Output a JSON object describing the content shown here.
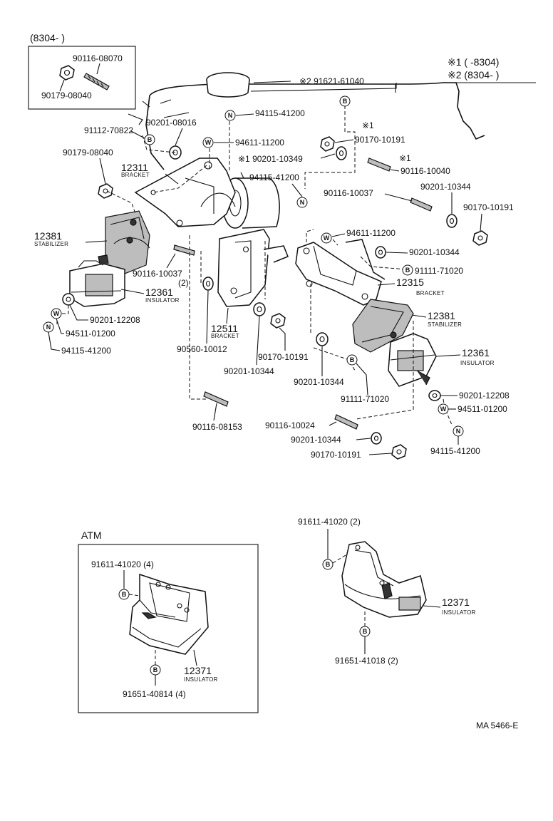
{
  "top_box": {
    "range": "(8304-     )",
    "stud": "90116-08070",
    "nut": "90179-08040"
  },
  "legend": {
    "row1": "※1 (     -8304)",
    "row2": "※2 (8304-       )"
  },
  "labels": {
    "p91621": "※2 91621-61040",
    "p94115_a": "94115-41200",
    "p90201_08016": "90201-08016",
    "p91112": "91112-70822",
    "p94611_a": "94611-11200",
    "star1_a": "※1",
    "p90170_a": "90170-10191",
    "p90179": "90179-08040",
    "p90201_10349": "※1 90201-10349",
    "star1_b": "※1",
    "p90116_10040": "90116-10040",
    "p12311": "12311",
    "p12311_cap": "BRACKET",
    "p94115_b": "94115-41200",
    "p90116_10037_a": "90116-10037",
    "p90201_10344_a": "90201-10344",
    "p90170_b": "90170-10191",
    "p12381_a": "12381",
    "p12381_a_cap": "STABILIZER",
    "p94611_b": "94611-11200",
    "p90201_10344_b": "90201-10344",
    "p91111_a": "91111-71020",
    "p90116_10037_b": "90116-10037",
    "p90116_10037_b_qty": "(2)",
    "p12315": "12315",
    "p12315_cap": "BRACKET",
    "p12361_a": "12361",
    "p12361_a_cap": "INSULATOR",
    "p12381_b": "12381",
    "p12381_b_cap": "STABILIZER",
    "p90201_12208_a": "90201-12208",
    "p94511_a": "94511-01200",
    "p94115_c": "94115-41200",
    "p12511": "12511",
    "p12511_cap": "BRACKET",
    "p90560": "90560-10012",
    "p90170_c": "90170-10191",
    "p12361_b": "12361",
    "p12361_b_cap": "INSULATOR",
    "p90201_10344_c": "90201-10344",
    "p90201_10344_d": "90201-10344",
    "p91111_b": "91111-71020",
    "p90201_12208_b": "90201-12208",
    "p94511_b": "94511-01200",
    "p90116_08153": "90116-08153",
    "p90116_10024": "90116-10024",
    "p90201_10344_e": "90201-10344",
    "p94115_d": "94115-41200",
    "p90170_d": "90170-10191"
  },
  "atm": {
    "title": "ATM",
    "bolt_top": "91611-41020 (4)",
    "part": "12371",
    "part_cap": "INSULATOR",
    "bolt_bottom": "91651-40814 (4)"
  },
  "mt_mount": {
    "bolt_top": "91611-41020 (2)",
    "part": "12371",
    "part_cap": "INSULATOR",
    "bolt_bottom": "91651-41018 (2)"
  },
  "symbols": {
    "bolt": "B",
    "washer": "W",
    "nut": "N"
  },
  "ref_code": "MA 5466-E"
}
